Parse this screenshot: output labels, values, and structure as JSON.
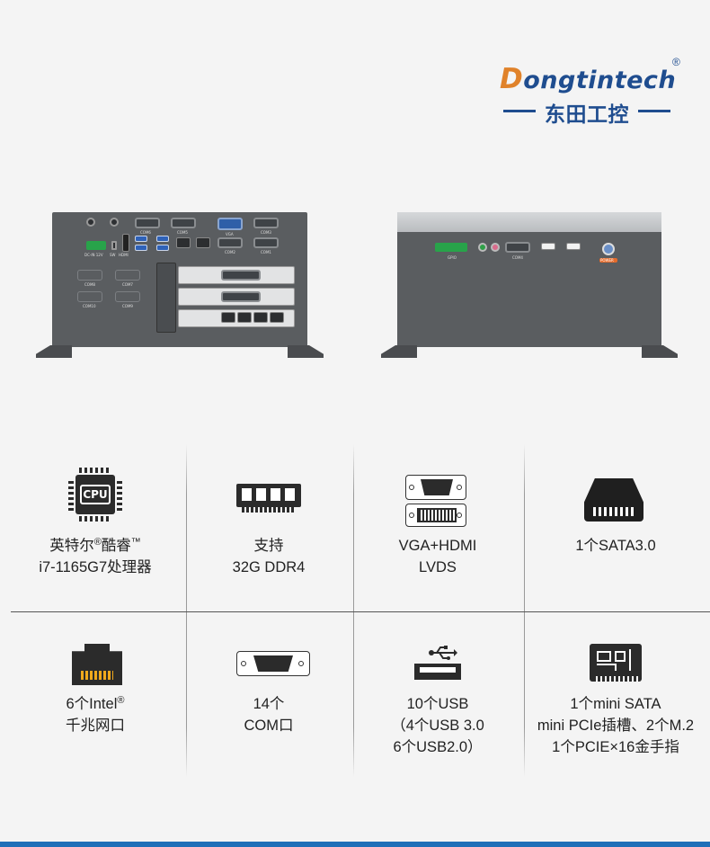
{
  "brand": {
    "logo_en_first": "D",
    "logo_en_rest": "ongtintech",
    "logo_reg": "®",
    "logo_cn": "东田工控"
  },
  "front_panel_labels": {
    "com6": "COM6",
    "com5": "COM5",
    "vga": "VGA",
    "com3": "COM3",
    "com2": "COM2",
    "com1": "COM1",
    "dc_in": "DC-IN 12V",
    "sw": "SW",
    "hdmi": "HDMI",
    "com8": "COM8",
    "com7": "COM7",
    "com10": "COM10",
    "com9": "COM9"
  },
  "rear_panel_labels": {
    "gpio": "GPIO",
    "com4": "COM4",
    "power": "POWER"
  },
  "features": [
    {
      "icon": "cpu-icon",
      "icon_text": "CPU",
      "line1": "英特尔",
      "line1_sup": "®",
      "line1b": "酷睿",
      "line1_tm": "™",
      "line2": "i7-1165G7处理器"
    },
    {
      "icon": "ram-icon",
      "line1": "支持",
      "line2": "32G DDR4"
    },
    {
      "icon": "vga-hdmi-connector-icon",
      "line1": "VGA+HDMI",
      "line2": "LVDS"
    },
    {
      "icon": "sata-drive-icon",
      "line1": "1个SATA3.0"
    },
    {
      "icon": "rj45-icon",
      "line1": "6个Intel",
      "line1_sup": "®",
      "line2": "千兆网口"
    },
    {
      "icon": "serial-port-icon",
      "line1": "14个",
      "line2": "COM口"
    },
    {
      "icon": "usb-icon",
      "line1": "10个USB",
      "line2": "（4个USB 3.0",
      "line3": "6个USB2.0）"
    },
    {
      "icon": "expansion-card-icon",
      "line1": "1个mini SATA",
      "line2": "mini PCIe插槽、2个M.2",
      "line3": "1个PCIE×16金手指"
    }
  ],
  "colors": {
    "brand_blue": "#1f4d8f",
    "brand_orange": "#e0822a",
    "bottom_bar": "#1f6fb8"
  }
}
